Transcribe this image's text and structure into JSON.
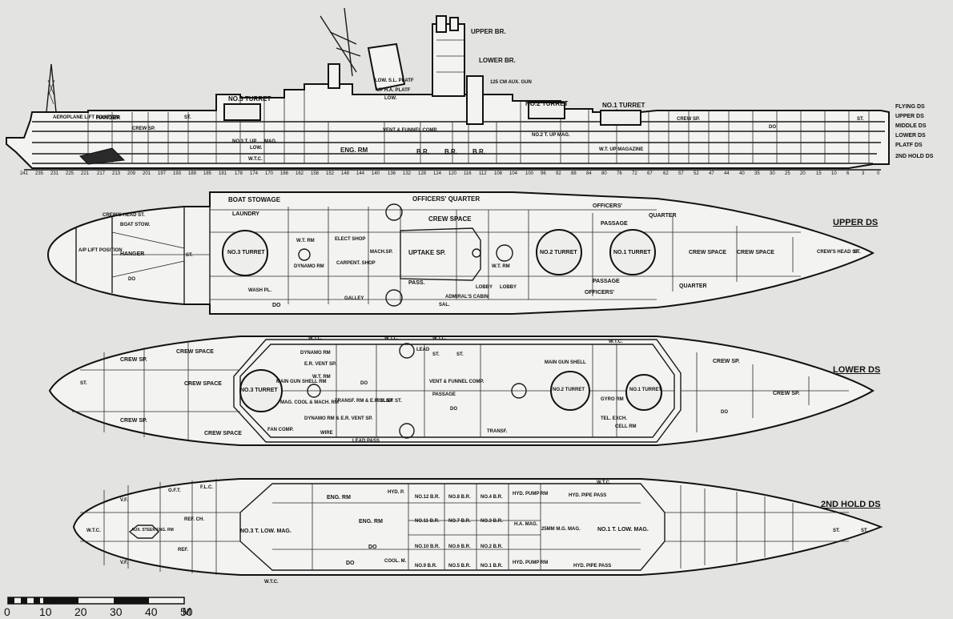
{
  "deck_levels": [
    "FLYING DS",
    "UPPER DS",
    "MIDDLE DS",
    "LOWER DS",
    "PLATF DS",
    "2ND HOLD DS"
  ],
  "deck_plan_titles": {
    "upper": "UPPER DS",
    "lower": "LOWER DS",
    "hold": "2ND HOLD DS"
  },
  "profile": {
    "labels": [
      "UPPER BR.",
      "LOWER BR.",
      "NO.3 TURRET",
      "NO.2 TURRET",
      "NO.1 TURRET",
      "AEROPLANE LIFT POSITION",
      "HANGER",
      "CREW SP.",
      "ST.",
      "ENG. RM",
      "B.R.",
      "B.R.",
      "B.R.",
      "W.T. UP MAGAZINE",
      "VENT & FUNNEL COMP.",
      "LOW. S.L. PLATF",
      "UP H.A. PLATF",
      "LOW.",
      "125 CM AUX. GUN",
      "NO.2 T. UP MAG.",
      "NO.3 T. UP",
      "LOW.",
      "MAG.",
      "W.T.C.",
      "CREW SP.",
      "DO",
      "ST."
    ],
    "frame_numbers": [
      "241",
      "235",
      "231",
      "225",
      "221",
      "217",
      "213",
      "209",
      "201",
      "197",
      "193",
      "189",
      "185",
      "181",
      "178",
      "174",
      "170",
      "166",
      "162",
      "158",
      "152",
      "148",
      "144",
      "140",
      "136",
      "132",
      "128",
      "124",
      "120",
      "116",
      "112",
      "108",
      "104",
      "100",
      "96",
      "92",
      "88",
      "84",
      "80",
      "76",
      "72",
      "67",
      "62",
      "57",
      "52",
      "47",
      "44",
      "40",
      "35",
      "30",
      "25",
      "20",
      "15",
      "10",
      "6",
      "3",
      "0"
    ]
  },
  "upper_deck": {
    "labels": [
      "BOAT STOWAGE",
      "OFFICERS' QUARTER",
      "OFFICERS'",
      "QUARTER",
      "CREW SPACE",
      "PASSAGE",
      "PASSAGE",
      "LAUNDRY",
      "CREW'S HEAD ST.",
      "BOAT STOW.",
      "A/P LIFT POSITION",
      "HANGER",
      "ST.",
      "NO.3 TURRET",
      "W.T. RM",
      "DYNAMO RM",
      "ELECT SHOP",
      "CARPENT. SHOP",
      "MACH.SP.",
      "UPTAKE SP.",
      "W.T. RM",
      "NO.2 TURRET",
      "NO.1 TURRET",
      "CREW SPACE",
      "CREW SPACE",
      "CREW'S HEAD ST.",
      "DO",
      "WASH PL.",
      "DO",
      "GALLEY",
      "PASS.",
      "LOBBY",
      "LOBBY",
      "ADMIRAL'S CABIN",
      "SAL.",
      "OFFICERS'",
      "QUARTER",
      "ST."
    ]
  },
  "lower_deck": {
    "labels": [
      "W.T.C.",
      "W.T.C.",
      "W.T.C.",
      "W.T.C.",
      "CREW SP.",
      "CREW SPACE",
      "CREW SPACE",
      "CREW SP.",
      "CREW SPACE",
      "NO.3 TURRET",
      "MAIN GUN SHELL RM",
      "DYNAMO RM",
      "E.R. VENT SP.",
      "W.T. RM",
      "DO",
      "MAG. COOL & MACH. RM",
      "TRANSF. RM & E.R. V. SP.",
      "RELIEF ST.",
      "VENT & FUNNEL COMP.",
      "PASSAGE",
      "DO",
      "LEAD PASS",
      "WIRE",
      "LEAD",
      "NO.2 TURRET",
      "MAIN GUN SHELL",
      "NO.1 TURRET",
      "GYRO RM",
      "TEL. EXCH.",
      "CELL RM",
      "FAN COMP.",
      "DYNAMO RM & E.R. VENT SP.",
      "ST.",
      "ST.",
      "TRANSF.",
      "CREW SP.",
      "CREW SP.",
      "DO",
      "ST."
    ]
  },
  "hold_deck": {
    "labels": [
      "O.F.T.",
      "F.L.C.",
      "W.T.C.",
      "V.F.",
      "AUX. STEER ENG. RM",
      "NO.3 T. LOW. MAG.",
      "ENG. RM",
      "ENG. RM",
      "DO",
      "DO",
      "HYD. P.",
      "NO.12 B.R.",
      "NO.8 B.R.",
      "NO.4 B.R.",
      "NO.11 B.R.",
      "NO.7 B.R.",
      "NO.3 B.R.",
      "NO.10 B.R.",
      "NO.6 B.R.",
      "NO.2 B.R.",
      "NO.9 B.R.",
      "NO.5 B.R.",
      "NO.1 B.R.",
      "HYD. PUMP RM",
      "HYD. PUMP RM",
      "COOL. M.",
      "H.A. MAG.",
      "25MM M.G. MAG.",
      "NO.1 T. LOW. MAG.",
      "HYD. PIPE PASS",
      "HYD. PIPE PASS",
      "ST.",
      "ST.",
      "V.F.",
      "REF.",
      "REF. CH.",
      "W.T.C.",
      "W.T.C."
    ]
  },
  "scale_bar": {
    "ticks": [
      "0",
      "10",
      "20",
      "30",
      "40",
      "50"
    ],
    "unit": "M"
  }
}
